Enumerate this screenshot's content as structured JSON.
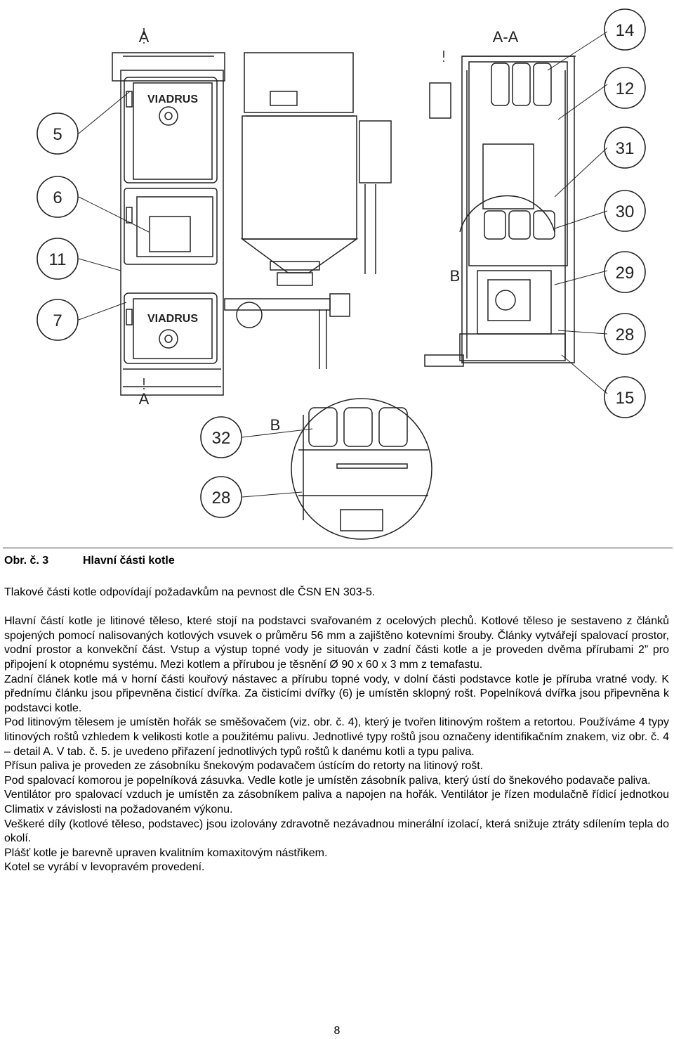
{
  "figure": {
    "labels_section": [
      "A",
      "A",
      "A-A",
      "B",
      "B"
    ],
    "brand": "VIADRUS",
    "callouts": [
      "5",
      "6",
      "11",
      "7",
      "14",
      "12",
      "31",
      "30",
      "29",
      "28",
      "15",
      "32",
      "28"
    ]
  },
  "caption": {
    "number": "Obr. č. 3",
    "title": "Hlavní části kotle"
  },
  "paragraphs": [
    "Tlakové části kotle odpovídají požadavkům na pevnost dle ČSN EN 303-5.",
    "Hlavní částí kotle je litinové těleso, které stojí na podstavci svařovaném z ocelových plechů. Kotlové těleso je sestaveno z článků spojených pomocí nalisovaných kotlových vsuvek o průměru 56 mm a zajištěno kotevními šrouby. Články vytvářejí spalovací prostor, vodní prostor a konvekční část. Vstup a výstup topné vody je situován v zadní části kotle a je proveden dvěma přírubami 2” pro připojení k otopnému systému. Mezi kotlem a přírubou je těsnění Ø 90 x 60 x 3 mm z temafastu.",
    "Zadní článek kotle má v horní části kouřový nástavec a přírubu topné vody, v dolní části podstavce kotle je příruba vratné vody. K přednímu článku jsou připevněna čisticí dvířka. Za čisticími dvířky (6) je umístěn sklopný rošt. Popelníková dvířka jsou připevněna k podstavci kotle.",
    "Pod litinovým tělesem je umístěn hořák se směšovačem (viz. obr. č. 4), který je tvořen litinovým roštem a retortou. Používáme 4 typy litinových roštů vzhledem k velikosti kotle a použitému palivu. Jednotlivé typy roštů jsou označeny identifikačním znakem, viz obr. č. 4 – detail A. V tab. č. 5. je uvedeno přiřazení jednotlivých typů roštů k danému kotli a typu paliva.",
    "Přísun paliva je proveden ze zásobníku šnekovým podavačem ústícím do retorty na litinový rošt.",
    "Pod spalovací komorou je popelníková zásuvka. Vedle kotle je umístěn zásobník paliva, který ústí do šnekového podavače paliva.",
    "Ventilátor pro spalovací vzduch je umístěn za zásobníkem paliva a napojen na hořák. Ventilátor je řízen modulačně řídicí jednotkou Climatix v závislosti na požadovaném výkonu.",
    "Veškeré díly (kotlové těleso, podstavec) jsou izolovány zdravotně nezávadnou minerální izolací, která snižuje ztráty sdílením tepla do okolí.",
    "Plášť kotle je barevně upraven kvalitním komaxitovým nástřikem.",
    "Kotel se vyrábí v levopravém provedení."
  ],
  "page_number": "8",
  "colors": {
    "ink": "#000000",
    "line": "#222222"
  }
}
